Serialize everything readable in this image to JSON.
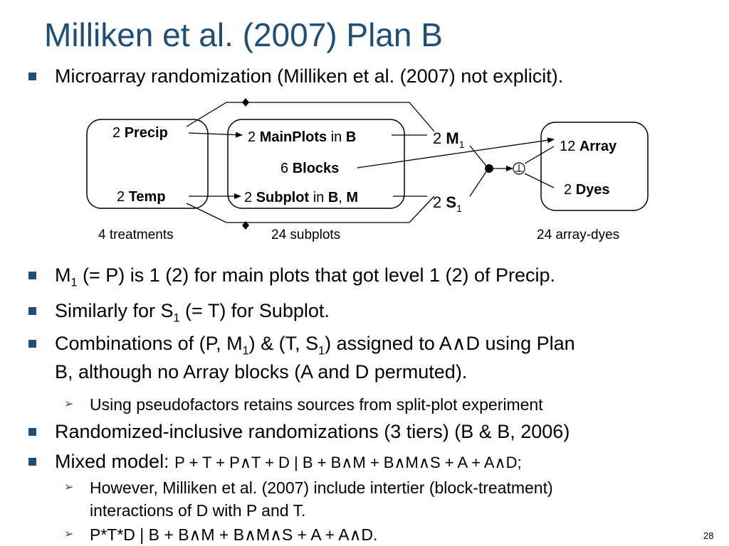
{
  "title": "Milliken et al. (2007) Plan B",
  "bullet1": "Microarray randomization (Milliken et al. (2007) not explicit).",
  "diagram": {
    "precip_num": "2",
    "precip_label": "Precip",
    "temp_num": "2",
    "temp_label": "Temp",
    "mainplots_num": "2",
    "mainplots_label": "MainPlots",
    "mainplots_in": "in",
    "mainplots_B": "B",
    "blocks_num": "6",
    "blocks_label": "Blocks",
    "subplot_num": "2",
    "subplot_label": "Subplot",
    "subplot_in": "in",
    "subplot_B": "B",
    "subplot_comma": ",",
    "subplot_M": "M",
    "m1_num": "2",
    "m1_label": "M",
    "m1_sub": "1",
    "s1_num": "2",
    "s1_label": "S",
    "s1_sub": "1",
    "array_num": "12",
    "array_label": "Array",
    "dyes_num": "2",
    "dyes_label": "Dyes",
    "caption_treatments": "4 treatments",
    "caption_subplots": "24 subplots",
    "caption_arraydyes": "24 array-dyes"
  },
  "bullet2": {
    "a": "M",
    "sub": "1",
    "b": " (= P) is 1 (2) for main plots that got level 1 (2) of Precip."
  },
  "bullet3": {
    "a": "Similarly for S",
    "sub": "1",
    "b": " (= T) for Subplot."
  },
  "bullet4": {
    "a": "Combinations of (P, M",
    "sub1": "1",
    "b": ") & (T, S",
    "sub2": "1",
    "c": ") assigned to A∧D using Plan",
    "line2": "B, although no Array blocks (A and D permuted)."
  },
  "sub1": "Using pseudofactors retains sources from split-plot experiment",
  "bullet5": "Randomized-inclusive randomizations (3 tiers) (B & B, 2006)",
  "bullet6": {
    "a": "Mixed model: ",
    "b": "P + T + P∧T + D | B + B∧M + B∧M∧S + A + A∧D;"
  },
  "sub2": {
    "line1": "However, Milliken et al. (2007) include intertier (block-treatment)",
    "line2": "interactions of D with P and T."
  },
  "sub3": "P*T*D | B + B∧M + B∧M∧S + A + A∧D.",
  "page_number": "28",
  "colors": {
    "title": "#1f4e79",
    "bullet": "#1f4e79"
  }
}
